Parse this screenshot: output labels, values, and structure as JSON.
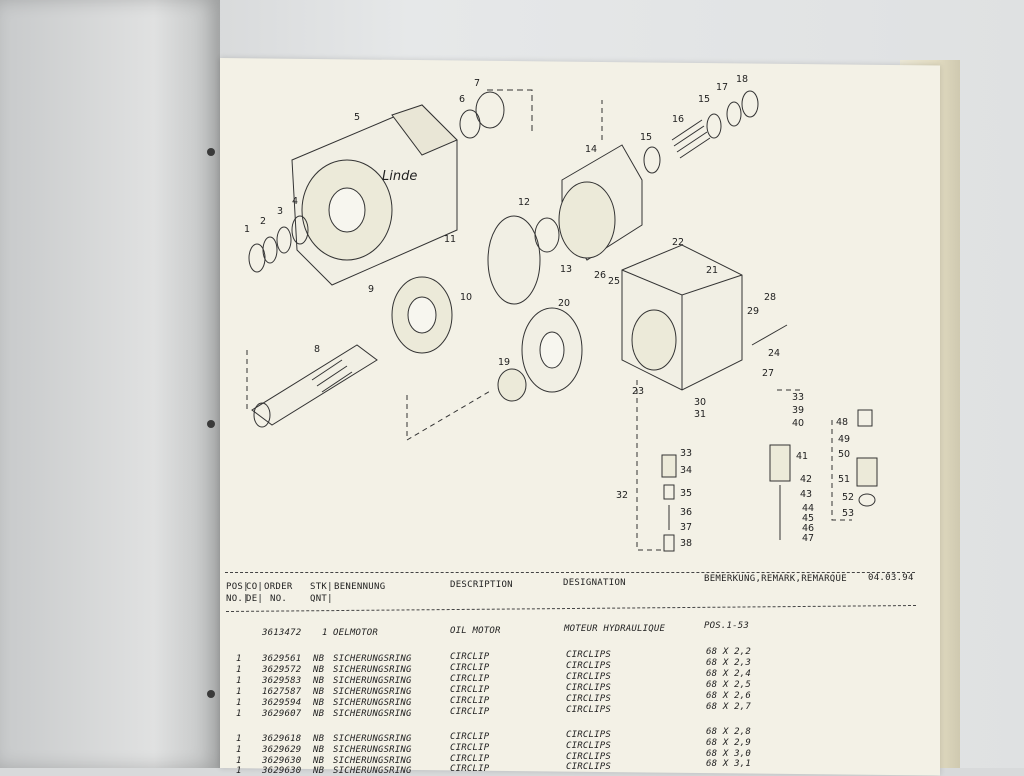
{
  "diagram": {
    "brand_script": "Linde",
    "callouts": [
      "1",
      "2",
      "3",
      "4",
      "5",
      "6",
      "7",
      "8",
      "9",
      "10",
      "11",
      "12",
      "13",
      "14",
      "15",
      "15",
      "16",
      "17",
      "18",
      "19",
      "20",
      "21",
      "22",
      "23",
      "24",
      "25",
      "26",
      "27",
      "28",
      "29",
      "30",
      "31",
      "32",
      "33",
      "34",
      "35",
      "36",
      "37",
      "38",
      "33",
      "39",
      "40",
      "41",
      "42",
      "43",
      "44",
      "45",
      "46",
      "47",
      "48",
      "49",
      "50",
      "51",
      "52",
      "53"
    ]
  },
  "table": {
    "date": "04.03.94",
    "headers": {
      "pos": "POS|",
      "pos2": "NO.|",
      "code": "CO|",
      "code2": "DE|",
      "order": "ORDER",
      "order2": "NO.",
      "qty": "STK|",
      "qty2": "QNT|",
      "benennung": "BENENNUNG",
      "description": "DESCRIPTION",
      "designation": "DESIGNATION",
      "remark": "BEMERKUNG,REMARK,REMARQUE"
    },
    "main_row": {
      "order": "3613472",
      "qty": "1",
      "benennung": "OELMOTOR",
      "description": "OIL MOTOR",
      "designation": "MOTEUR HYDRAULIQUE",
      "remark": "POS.1-53"
    },
    "rows": [
      {
        "pos": "1",
        "order": "3629561",
        "qty": "NB",
        "benennung": "SICHERUNGSRING",
        "description": "CIRCLIP",
        "designation": "CIRCLIPS",
        "remark": "68 X 2,2"
      },
      {
        "pos": "1",
        "order": "3629572",
        "qty": "NB",
        "benennung": "SICHERUNGSRING",
        "description": "CIRCLIP",
        "designation": "CIRCLIPS",
        "remark": "68 X 2,3"
      },
      {
        "pos": "1",
        "order": "3629583",
        "qty": "NB",
        "benennung": "SICHERUNGSRING",
        "description": "CIRCLIP",
        "designation": "CIRCLIPS",
        "remark": "68 X 2,4"
      },
      {
        "pos": "1",
        "order": "1627587",
        "qty": "NB",
        "benennung": "SICHERUNGSRING",
        "description": "CIRCLIP",
        "designation": "CIRCLIPS",
        "remark": "68 X 2,5"
      },
      {
        "pos": "1",
        "order": "3629594",
        "qty": "NB",
        "benennung": "SICHERUNGSRING",
        "description": "CIRCLIP",
        "designation": "CIRCLIPS",
        "remark": "68 X 2,6"
      },
      {
        "pos": "1",
        "order": "3629607",
        "qty": "NB",
        "benennung": "SICHERUNGSRING",
        "description": "CIRCLIP",
        "designation": "CIRCLIPS",
        "remark": "68 X 2,7"
      },
      {
        "pos": "1",
        "order": "3629618",
        "qty": "NB",
        "benennung": "SICHERUNGSRING",
        "description": "CIRCLIP",
        "designation": "CIRCLIPS",
        "remark": "68 X 2,8"
      },
      {
        "pos": "1",
        "order": "3629629",
        "qty": "NB",
        "benennung": "SICHERUNGSRING",
        "description": "CIRCLIP",
        "designation": "CIRCLIPS",
        "remark": "68 X 2,9"
      },
      {
        "pos": "1",
        "order": "3629630",
        "qty": "NB",
        "benennung": "SICHERUNGSRING",
        "description": "CIRCLIP",
        "designation": "CIRCLIPS",
        "remark": "68 X 3,0"
      },
      {
        "pos": "1",
        "order": "3629630",
        "qty": "NB",
        "benennung": "SICHERUNGSRING",
        "description": "CIRCLIP",
        "designation": "CIRCLIPS",
        "remark": "68 X 3,1"
      }
    ]
  }
}
